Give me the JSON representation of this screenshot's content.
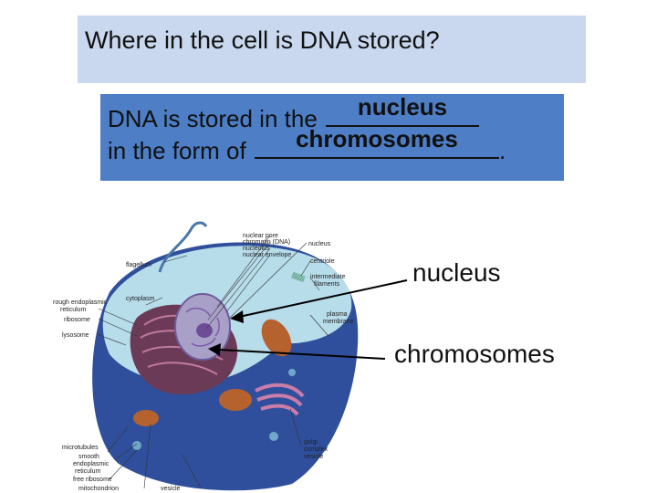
{
  "question": "Where in the cell is DNA stored?",
  "answer": {
    "line1_prefix": "DNA is stored in the ",
    "blank1": "nucleus",
    "line2_prefix": "in the form of ",
    "blank2": "chromosomes",
    "line2_suffix": "."
  },
  "callouts": {
    "nucleus": "nucleus",
    "chromosomes": "chromosomes"
  },
  "diagram_labels": {
    "nuclear_pore": "nuclear pore",
    "chromatin": "chromatin (DNA)",
    "nucleolus": "nucleolus",
    "nuclear_envelope": "nuclear envelope",
    "nucleus": "nucleus",
    "centriole": "centriole",
    "intermediate_filaments_1": "intermediate",
    "intermediate_filaments_2": "filaments",
    "flagellum": "flagellum",
    "cytoplasm": "cytoplasm",
    "rer_1": "rough endoplasmic",
    "rer_2": "reticulum",
    "ribosome": "ribosome",
    "lysosome": "lysosome",
    "plasma_membrane_1": "plasma",
    "plasma_membrane_2": "membrane",
    "microtubules": "microtubules",
    "ser_1": "smooth",
    "ser_2": "endoplasmic",
    "ser_3": "reticulum",
    "free_ribosome": "free ribosome",
    "mitochondrion": "mitochondrion",
    "vesicle_bottom": "vesicle",
    "golgi_1": "golgi",
    "golgi_2": "complex",
    "vesicle_right": "vesicle"
  },
  "colors": {
    "question_bg": "#c9d8ef",
    "answer_bg": "#4d7ec6",
    "cell_blue": "#2f4f9c",
    "cytoplasm": "#b7dcea",
    "nucleus": "#a9a0c8"
  }
}
